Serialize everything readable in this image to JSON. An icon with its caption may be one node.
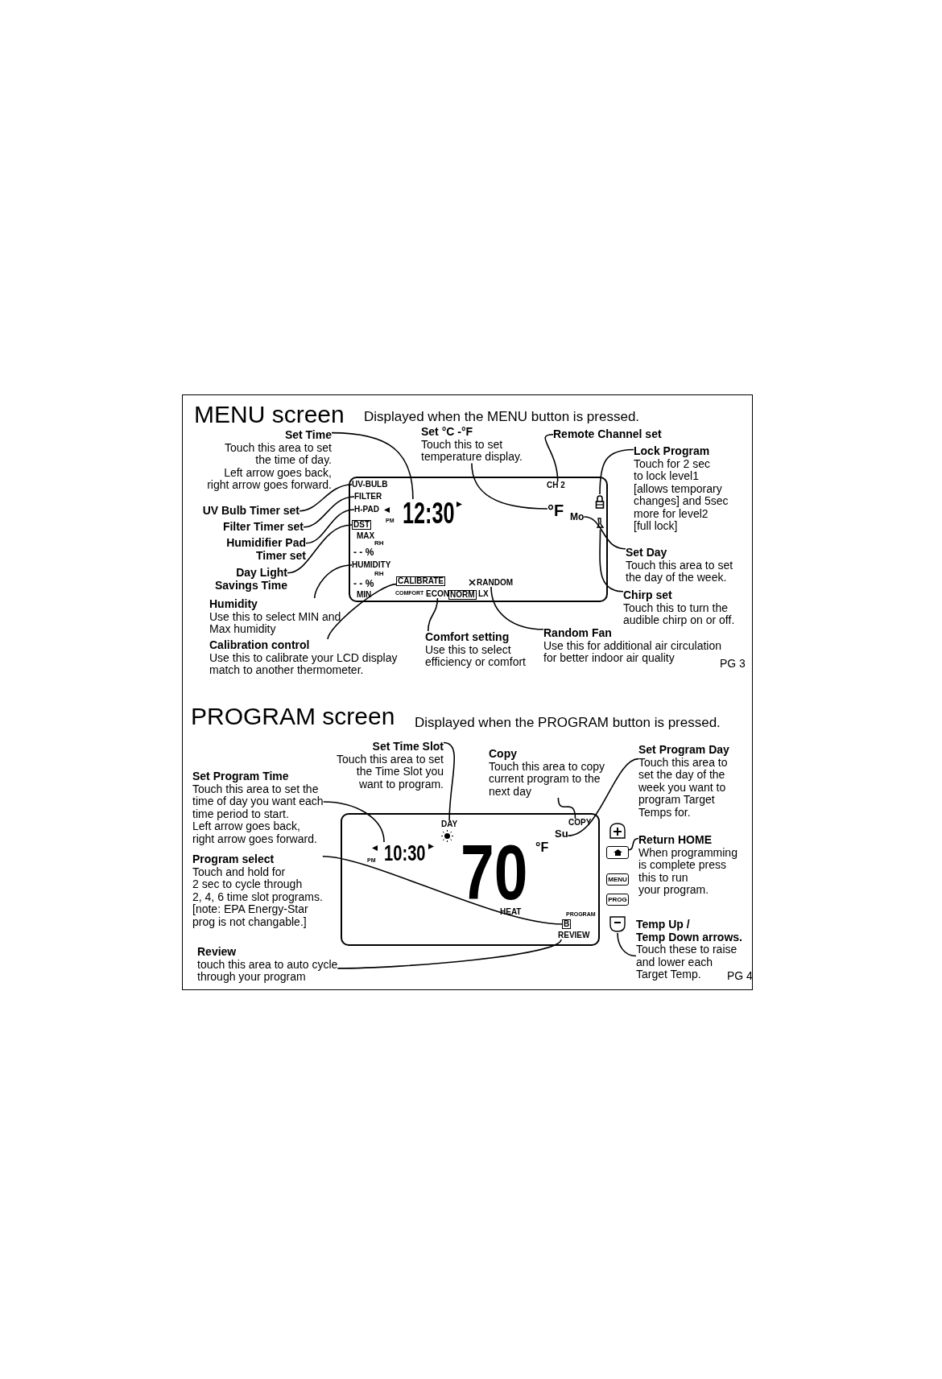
{
  "diagram": {
    "nodes": [
      {
        "text": [
          "Set Time",
          "Touch this area to set the time of day. Left arrow goes back, right arrow goes forward."
        ]
      },
      {
        "text": [
          "Set °C -°F",
          "Touch this to set temperature display."
        ]
      },
      {
        "text": [
          "Remote Channel set"
        ]
      },
      {
        "text": [
          "Lock Program",
          "Touch for 2 sec to lock level1 [allows temporary changes] and 5sec more for level2 [full lock]"
        ]
      },
      {
        "text": [
          "UV Bulb Timer set"
        ]
      },
      {
        "text": [
          "Filter Timer set"
        ]
      },
      {
        "text": [
          "Humidifier Pad Timer set"
        ]
      },
      {
        "text": [
          "Day Light Savings Time"
        ]
      },
      {
        "text": [
          "Humidity",
          "Use this to select MIN and Max humidity"
        ]
      },
      {
        "text": [
          "Calibration control",
          "Use this to calibrate your LCD display match to another thermometer."
        ]
      },
      {
        "text": [
          "Comfort setting",
          "Use this to select efficiency or comfort"
        ]
      },
      {
        "text": [
          "Random Fan",
          "Use this for additional air circulation for better indoor air quality"
        ]
      },
      {
        "text": [
          "Set Day",
          "Touch this area to set the day of the week."
        ]
      },
      {
        "text": [
          "Chirp set",
          "Touch this to turn the audible chirp on or off."
        ]
      },
      {
        "text": [],
        "shape": "box"
      },
      {
        "text": [
          "UV-BULB"
        ],
        "in": 14
      },
      {
        "text": [
          "FILTER"
        ],
        "in": 14
      },
      {
        "text": [
          "H-PAD"
        ],
        "in": 14
      },
      {
        "text": [
          "12:30"
        ],
        "in": 14
      },
      {
        "text": [
          "DST"
        ],
        "in": 14
      },
      {
        "text": [
          "HUMIDITY"
        ],
        "in": 14
      },
      {
        "text": [
          "CALIBRATE"
        ],
        "in": 14
      },
      {
        "text": [
          "ECON"
        ],
        "in": 14
      },
      {
        "text": [
          "RANDOM"
        ],
        "in": 14
      },
      {
        "text": [
          "CH 2"
        ],
        "in": 14
      },
      {
        "text": [
          "°F"
        ],
        "in": 14
      },
      {
        "text": [
          "Mo"
        ],
        "in": 14
      },
      {
        "text": [],
        "shape": "padlock",
        "in": 14
      },
      {
        "text": [],
        "shape": "bell",
        "in": 14
      },
      {
        "text": [
          "Set Time Slot",
          "Touch this area to set the Time Slot you want to program."
        ]
      },
      {
        "text": [
          "Set Program Time",
          "Touch this area to set the time of day you want each time period to start. Left arrow goes back, right arrow goes forward."
        ]
      },
      {
        "text": [
          "Copy",
          "Touch this area to copy current program to the next day"
        ]
      },
      {
        "text": [
          "Set Program Day",
          "Touch this area to set the day of the week you want to program Target Temps for."
        ]
      },
      {
        "text": [
          "Return HOME",
          "When programming is complete press this to run your program."
        ]
      },
      {
        "text": [
          "Program select",
          "Touch and hold for 2 sec to cycle through 2, 4, 6 time slot programs. [note: EPA Energy-Star prog is not changable.]"
        ]
      },
      {
        "text": [
          "Review",
          "touch this area to auto cycle through your program"
        ]
      },
      {
        "text": [
          "**Temp Up /** **Temp Down** arrows.",
          "Touch these to raise and lower each Target Temp."
        ]
      },
      {
        "text": [],
        "shape": "box"
      },
      {
        "text": [
          "10:30"
        ],
        "in": 37
      },
      {
        "text": [
          "DAY"
        ],
        "in": 37
      },
      {
        "text": [
          "Su"
        ],
        "in": 37
      },
      {
        "text": [
          "COPY"
        ],
        "in": 37
      },
      {
        "text": [
          "B"
        ],
        "in": 37
      },
      {
        "text": [
          "REVIEW"
        ],
        "in": 37
      },
      {
        "text": [],
        "shape": "box"
      },
      {
        "text": [],
        "shape": "box"
      },
      {
        "text": [],
        "shape": "box"
      }
    ],
    "edges": [
      {
        "from": 0,
        "to": 18,
        "arrow": "none"
      },
      {
        "from": 1,
        "to": 25,
        "arrow": "none"
      },
      {
        "from": 2,
        "to": 24,
        "arrow": "none"
      },
      {
        "from": 3,
        "to": 27,
        "arrow": "none"
      },
      {
        "from": 4,
        "to": 15,
        "arrow": "none"
      },
      {
        "from": 5,
        "to": 16,
        "arrow": "none"
      },
      {
        "from": 6,
        "to": 17,
        "arrow": "none"
      },
      {
        "from": 7,
        "to": 19,
        "arrow": "none"
      },
      {
        "from": 8,
        "to": 20,
        "arrow": "none"
      },
      {
        "from": 9,
        "to": 21,
        "arrow": "none"
      },
      {
        "from": 10,
        "to": 22,
        "arrow": "none"
      },
      {
        "from": 11,
        "to": 23,
        "arrow": "none"
      },
      {
        "from": 12,
        "to": 26,
        "arrow": "none"
      },
      {
        "from": 13,
        "to": 28,
        "arrow": "none"
      },
      {
        "from": 29,
        "to": 39,
        "arrow": "none"
      },
      {
        "from": 30,
        "to": 38,
        "arrow": "none"
      },
      {
        "from": 31,
        "to": 41,
        "arrow": "none"
      },
      {
        "from": 32,
        "to": 40,
        "arrow": "none"
      },
      {
        "from": 33,
        "to": 45,
        "arrow": "none"
      },
      {
        "from": 34,
        "to": 42,
        "arrow": "none"
      },
      {
        "from": 35,
        "to": 43,
        "arrow": "none"
      },
      {
        "from": 36,
        "to": 46,
        "arrow": "none"
      }
    ],
    "labels": [
      "MENU screen",
      "Displayed when the MENU button is pressed.",
      "PM",
      "MAX",
      "RH",
      "- - %",
      "RH",
      "- - %",
      "MIN",
      "COMFORT",
      "NORM",
      "LX",
      "PG 3",
      "PROGRAM screen",
      "Displayed when the PROGRAM button is pressed.",
      "PM",
      "70",
      "°F",
      "HEAT",
      "PROGRAM",
      "MENU",
      "PROG",
      "PG 4"
    ]
  }
}
